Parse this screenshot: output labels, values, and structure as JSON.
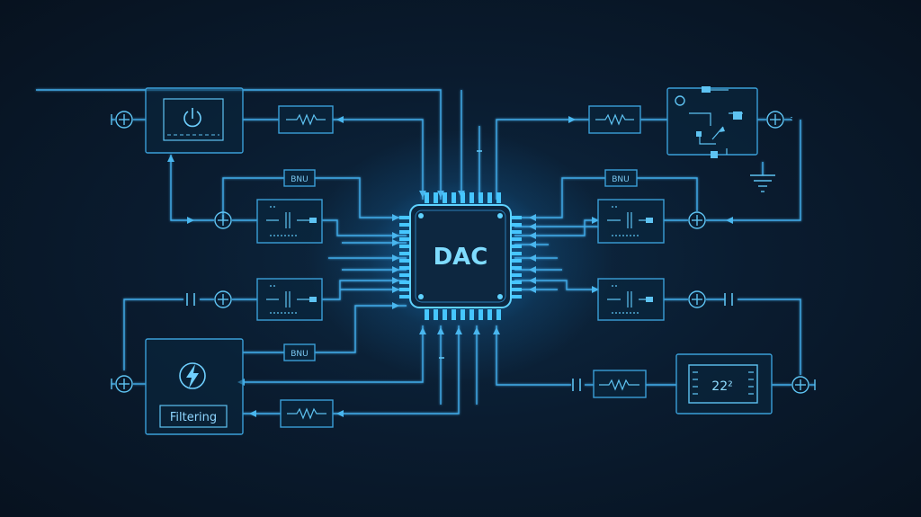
{
  "diagram": {
    "chip_label": "DAC",
    "filtering_label": "Filtering",
    "tag_label_top_left": "ΒΝU",
    "tag_label_top_right": "ΒΝU",
    "tag_label_bottom_left": "ΒΝU",
    "display_readout": "22²"
  },
  "colors": {
    "background": "#0a1c30",
    "wire": "#3fa9e6",
    "glow": "#1ea0ff",
    "chip_text": "#7fdcff"
  }
}
